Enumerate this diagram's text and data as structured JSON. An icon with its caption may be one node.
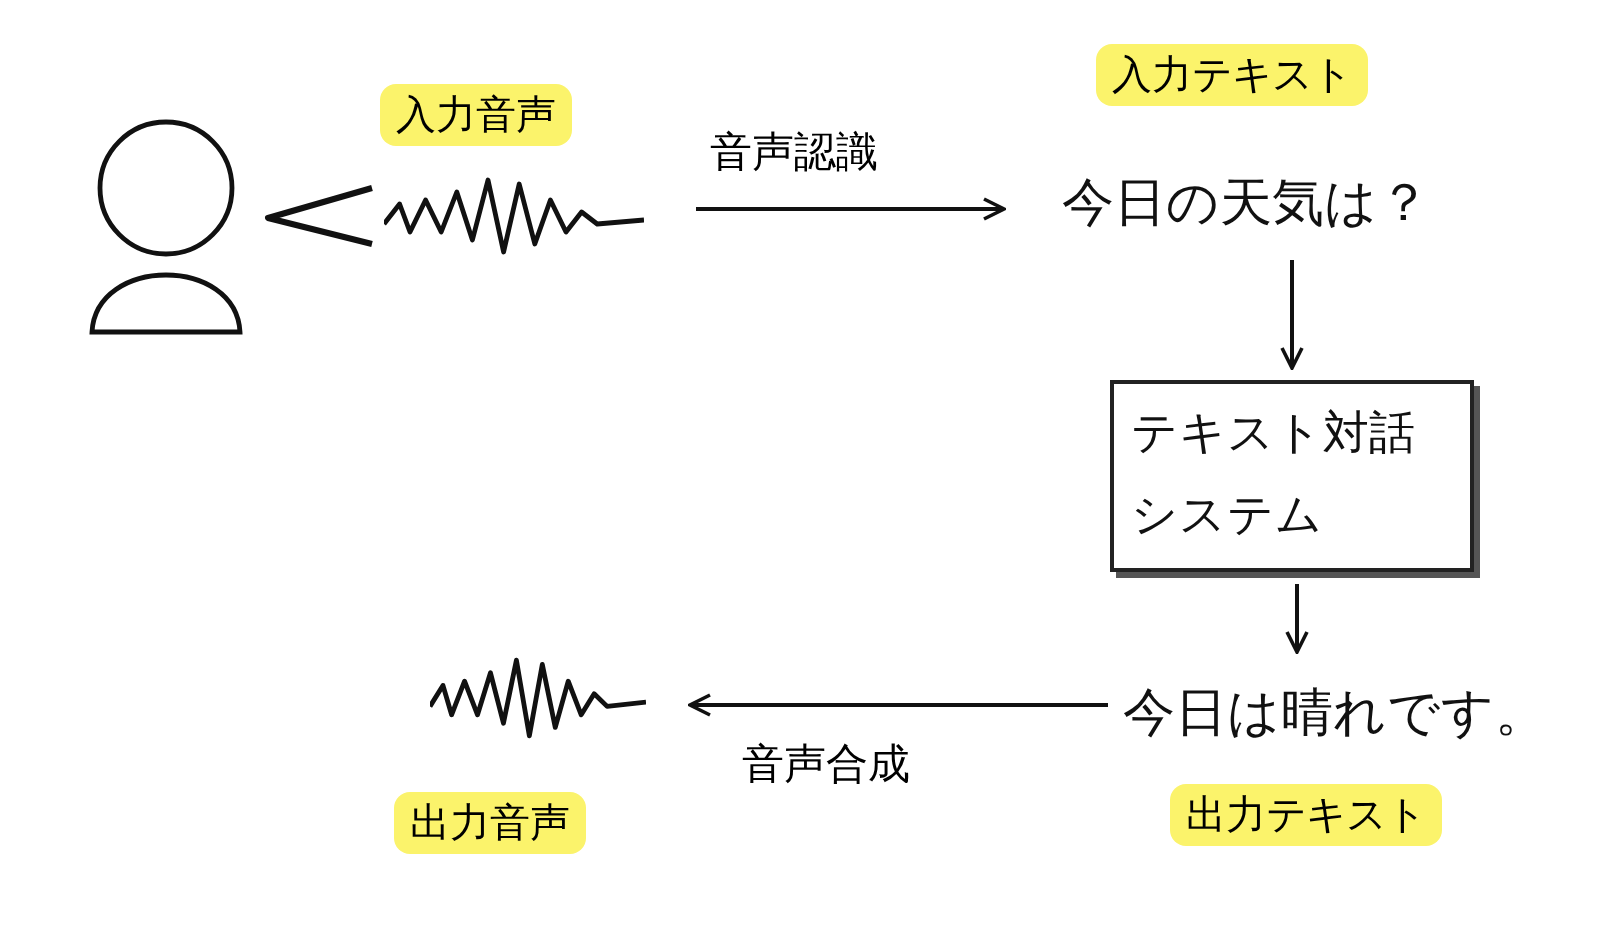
{
  "diagram": {
    "nodes": [
      {
        "text": [],
        "shape": "person"
      },
      {
        "text": [],
        "shape": "waveform",
        "beside": [
          "入力音声"
        ]
      },
      {
        "text": [
          "今日の天気は？"
        ],
        "beside": [
          "入力テキスト"
        ]
      },
      {
        "text": [
          "テキスト対話システム"
        ]
      },
      {
        "text": [
          "今日は晴れです。"
        ],
        "beside": [
          "出力テキスト"
        ]
      },
      {
        "text": [],
        "shape": "waveform",
        "beside": [
          "出力音声"
        ]
      }
    ],
    "edges": [
      {
        "from": 1,
        "to": 0,
        "arrow": "to"
      },
      {
        "from": 1,
        "to": 2,
        "arrow": "to",
        "label": "音声認識"
      },
      {
        "from": 2,
        "to": 3,
        "arrow": "to"
      },
      {
        "from": 3,
        "to": 4,
        "arrow": "to"
      },
      {
        "from": 4,
        "to": 5,
        "arrow": "to",
        "label": "音声合成"
      }
    ]
  }
}
